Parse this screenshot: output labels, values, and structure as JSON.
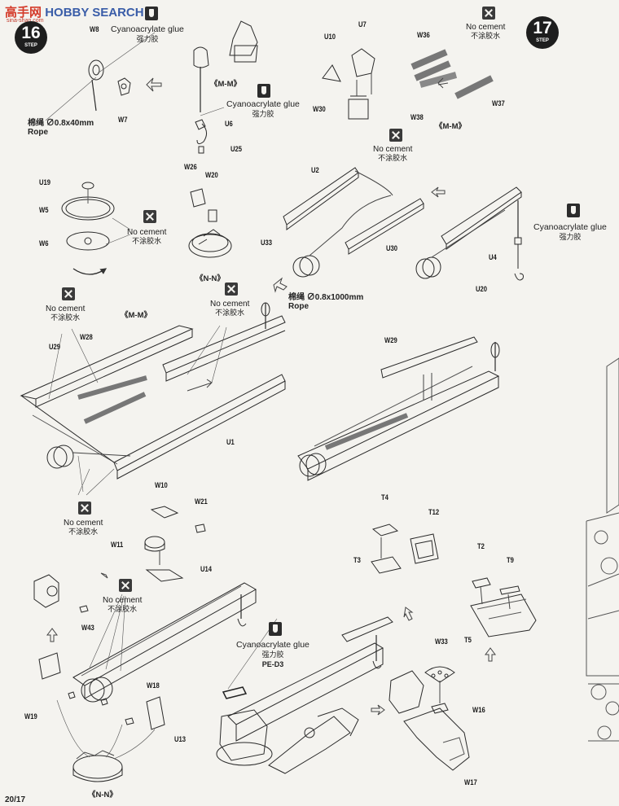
{
  "watermark": {
    "logo_text": "高手网",
    "brand": "HOBBY SEARCH",
    "site": "sina-shan.com"
  },
  "steps": {
    "prev": "16",
    "next": "17",
    "word": "STEP"
  },
  "page_number": "20/17",
  "glue": {
    "en": "Cyanoacrylate glue",
    "cn": "强力胶",
    "pe": "PE-D3"
  },
  "no_cement": {
    "en": "No cement",
    "cn": "不涂胶水"
  },
  "rope_40": {
    "cn": "棉绳 ∅0.8x40mm",
    "en": "Rope"
  },
  "rope_1000": {
    "cn": "棉绳 ∅0.8x1000mm",
    "en": "Rope"
  },
  "mirrors": {
    "mm": "《M-M》",
    "nn": "《N-N》"
  },
  "parts": {
    "w8": "W8",
    "w7": "W7",
    "u6": "U6",
    "u25": "U25",
    "u10": "U10",
    "u7": "U7",
    "w30": "W30",
    "w36": "W36",
    "w38": "W38",
    "w37": "W37",
    "u19": "U19",
    "w5": "W5",
    "w6": "W6",
    "w26": "W26",
    "w20": "W20",
    "u2": "U2",
    "u33": "U33",
    "u30": "U30",
    "u4": "U4",
    "u20": "U20",
    "u29": "U29",
    "w28": "W28",
    "u1": "U1",
    "w29": "W29",
    "w10": "W10",
    "w21": "W21",
    "w11": "W11",
    "u14": "U14",
    "w43": "W43",
    "w18": "W18",
    "w19": "W19",
    "u13": "U13",
    "t4": "T4",
    "t12": "T12",
    "t3": "T3",
    "t2": "T2",
    "t9": "T9",
    "t5": "T5",
    "w33": "W33",
    "w16": "W16",
    "w17": "W17"
  }
}
